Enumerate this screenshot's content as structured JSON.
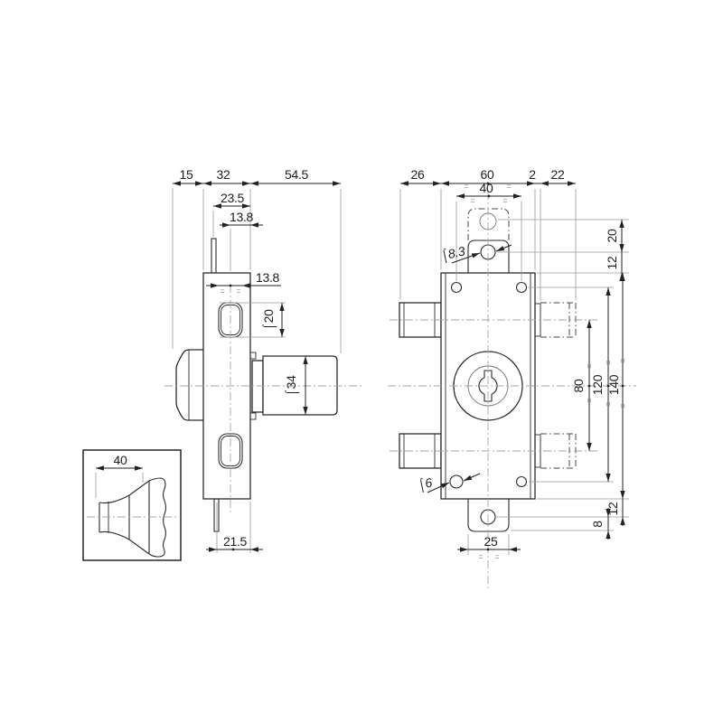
{
  "drawing": {
    "kind": "shutter-lock-technical-drawing",
    "background": "#ffffff",
    "line_color": "#2b2b2b",
    "dim_color": "#222222",
    "aux_color": "#9a9a9a"
  },
  "marks": {
    "eq": "="
  },
  "views": {
    "side_view": {
      "dims": {
        "knob_depth": "15",
        "plate_depth": "32",
        "cylinder_length": "54.5",
        "rod_offset": "23.5",
        "hole_offset": "13.8",
        "hole_width": "13.8",
        "hole_diameter": "⌠20",
        "cylinder_diameter": "⌠34",
        "rod_bottom_offset": "21.5"
      }
    },
    "front_view": {
      "dims": {
        "bolt_protrusion": "26",
        "body_width": "60",
        "collar_thickness": "2",
        "bolt_length": "22",
        "screw_hole_spacing_h": "40",
        "tab_hole_diameter": "⌠8.3",
        "alt_hole_offset": "20",
        "tab_hole_height": "12",
        "bolt_spacing": "80",
        "screw_hole_spacing_v": "120",
        "body_height": "140",
        "screw_hole_diameter": "⌠6",
        "bottom_hole_offset": "12",
        "bottom_edge_offset": "8",
        "tab_width": "25"
      }
    },
    "detail_view": {
      "dims": {
        "knob_width": "40"
      }
    }
  }
}
